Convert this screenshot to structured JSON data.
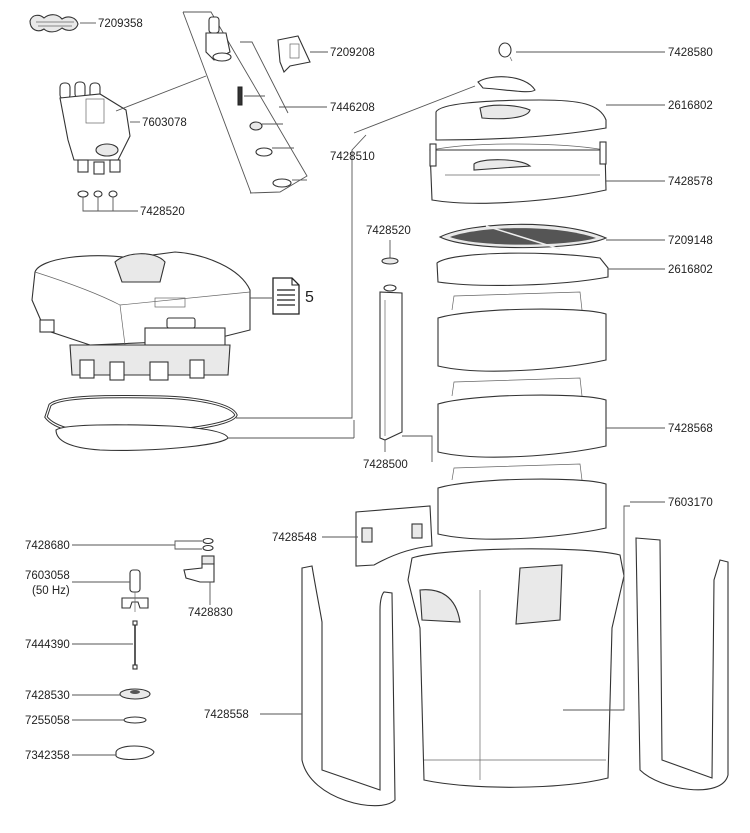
{
  "diagram": {
    "title": "Canister filter exploded parts diagram",
    "manual_reference": "5",
    "parts": {
      "connector_clamp": "7209358",
      "tap_holder": "7209208",
      "double_tap_unit": "7603078",
      "tap_seal_set": "7446208",
      "small_seal_rings": "7428520",
      "priming_button": "7428580",
      "top_cover_seals": "7428510",
      "filter_pad_top": "2616802",
      "top_basket": "7428578",
      "riser_seal": "7428520",
      "grid_plate": "7209148",
      "filter_pad_mid": "2616802",
      "filter_baskets": "7428568",
      "riser_tube": "7428500",
      "canister_body": "7603170",
      "clip_flap": "7428548",
      "ceramic_rings": "7428680",
      "impeller": "7603058",
      "impeller_freq": "(50 Hz)",
      "outlet_elbow": "7428830",
      "impeller_shaft": "7444390",
      "impeller_cover": "7428530",
      "cover_seal": "7255058",
      "bayonet_ring": "7342358",
      "side_bracket": "7428558"
    }
  }
}
